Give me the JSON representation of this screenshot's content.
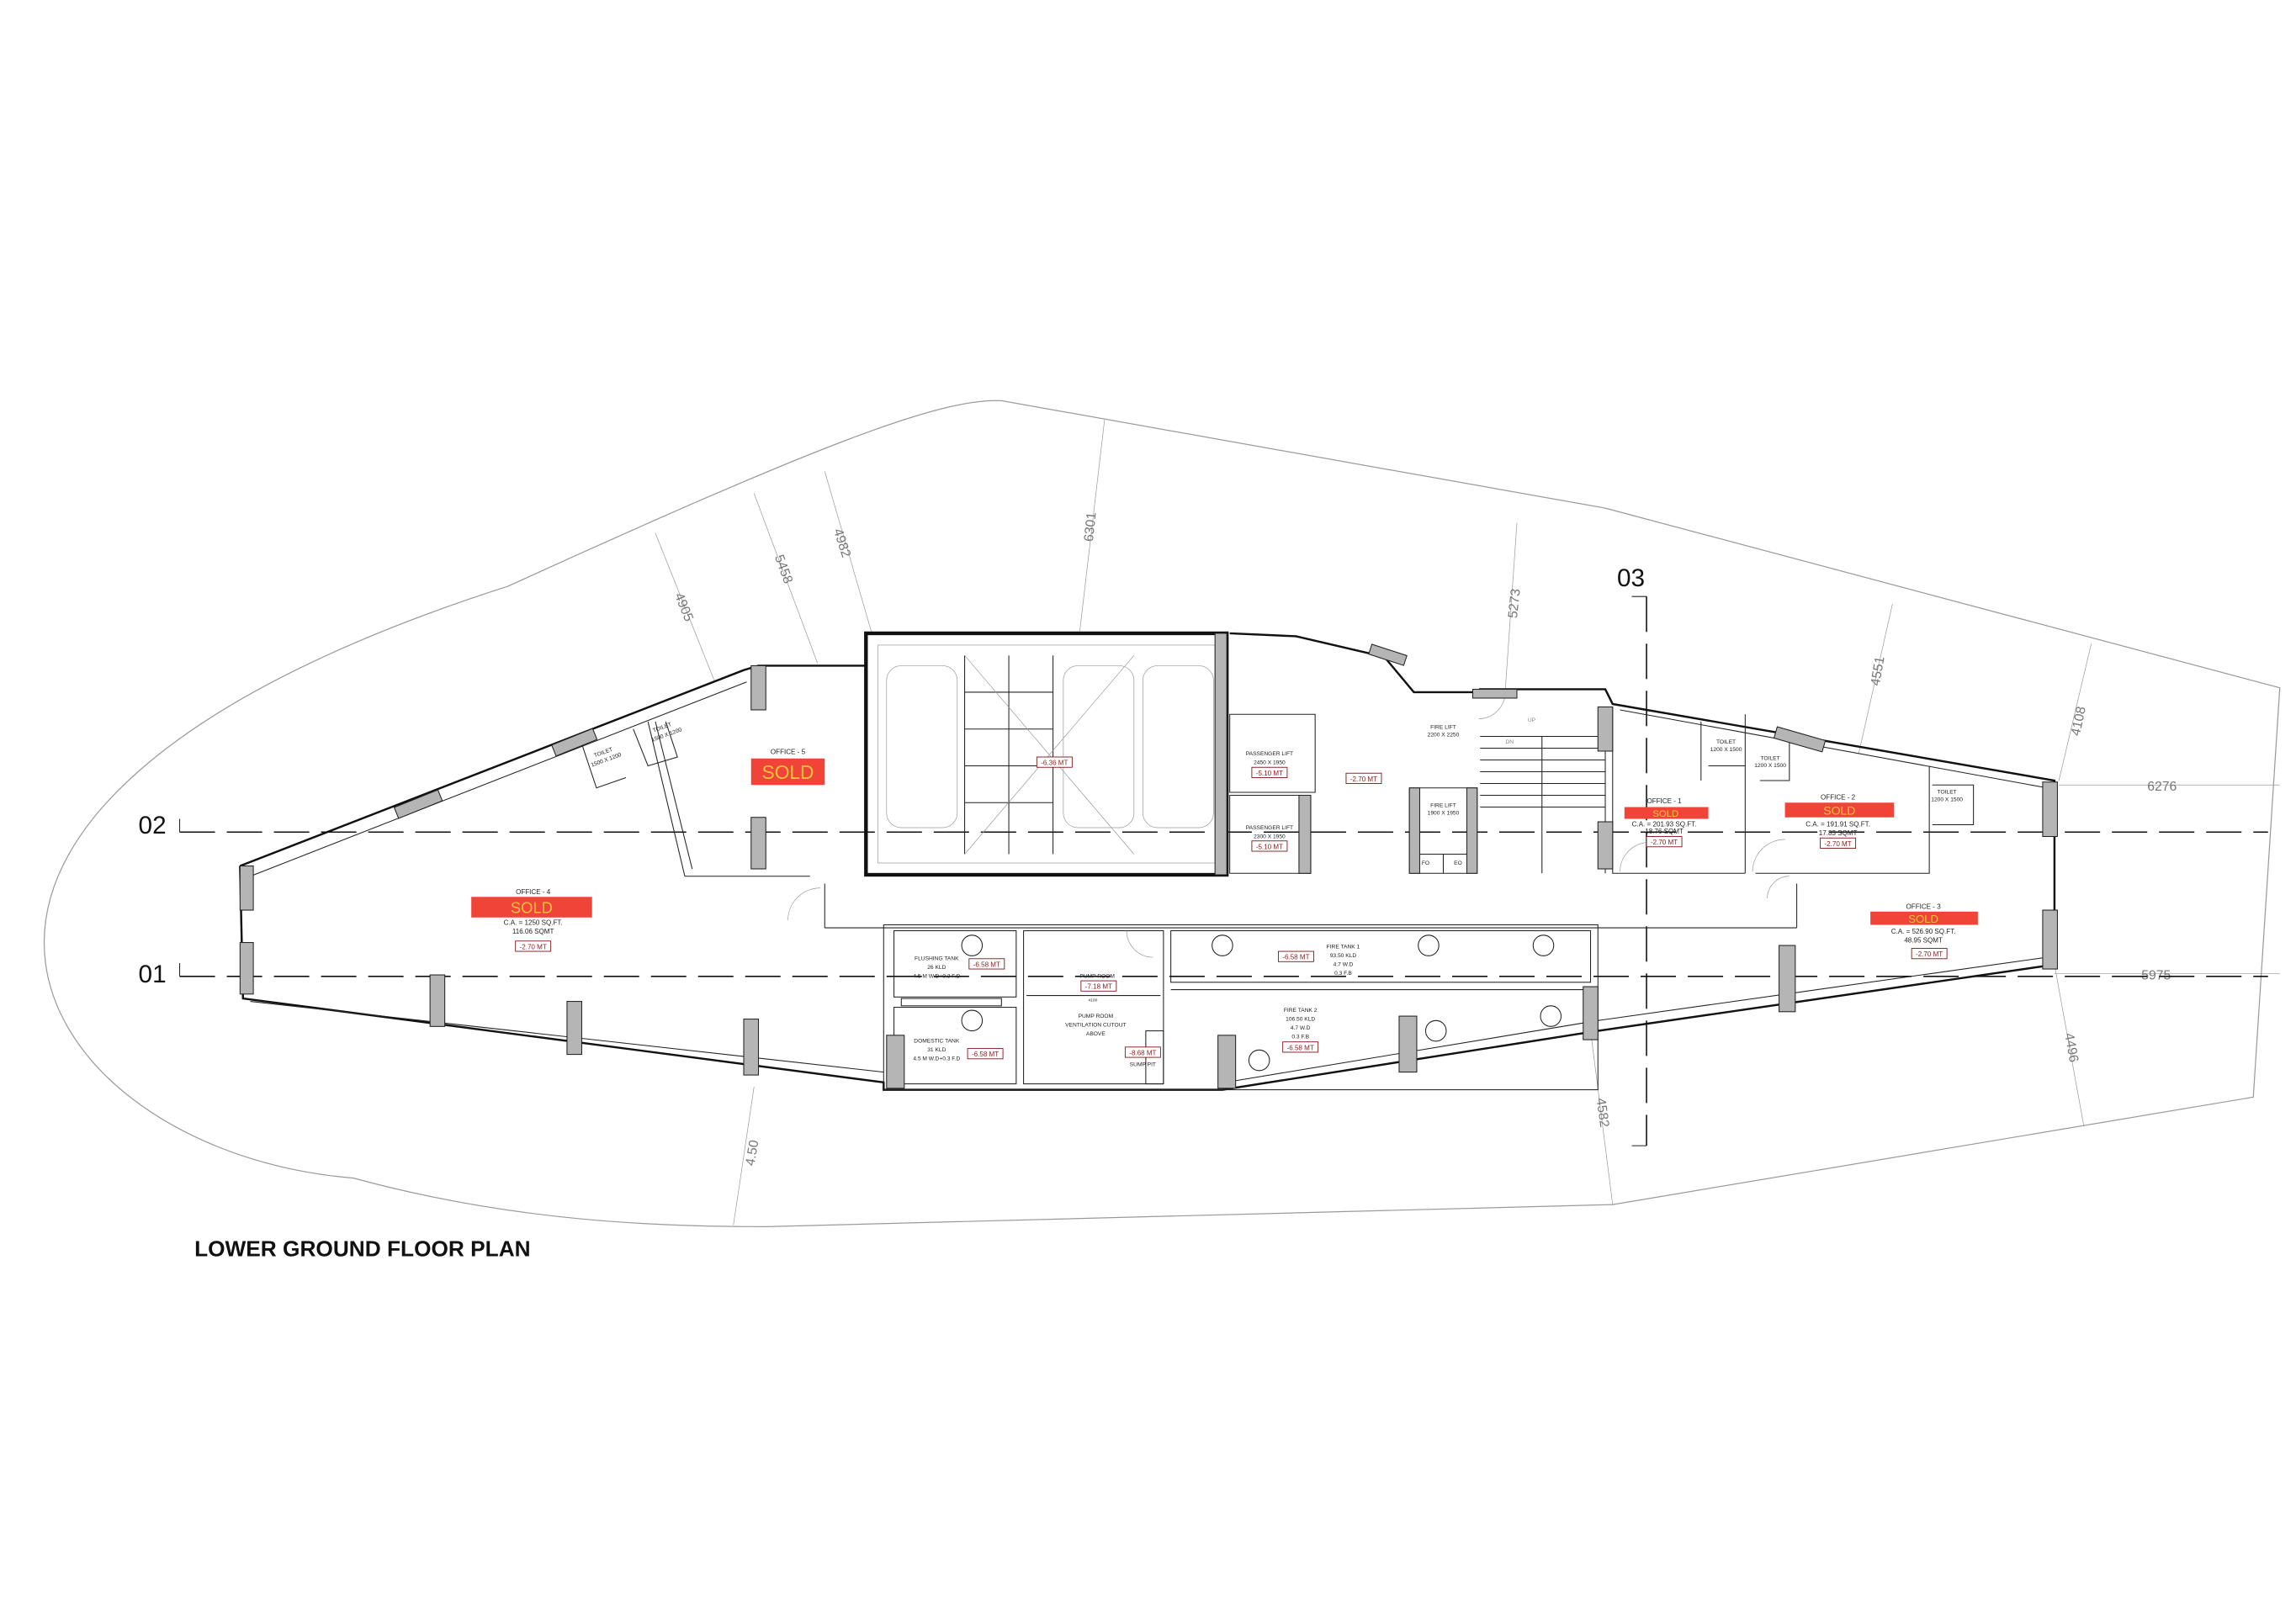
{
  "title": "LOWER GROUND FLOOR PLAN",
  "grid_labels": {
    "g01": "01",
    "g02": "02",
    "g03": "03"
  },
  "colors": {
    "sold_bg": "#f04438",
    "sold_text": "#f7c33d",
    "level_tag": "#8b1a1a"
  },
  "rooms": {
    "office5": {
      "name": "OFFICE - 5",
      "status": "SOLD"
    },
    "office4": {
      "name": "OFFICE - 4",
      "status": "SOLD",
      "area_sqft": "C.A. = 1250 SQ.FT.",
      "area_sqm": "116.06 SQMT",
      "level": "-2.70 MT"
    },
    "office1": {
      "name": "OFFICE - 1",
      "status": "SOLD",
      "area_sqft": "C.A. = 201.93 SQ.FT.",
      "area_sqm": "18.76 SQMT",
      "level": "-2.70 MT"
    },
    "office2": {
      "name": "OFFICE - 2",
      "status": "SOLD",
      "area_sqft": "C.A. = 191.91 SQ.FT.",
      "area_sqm": "17.83 SQMT",
      "level": "-2.70 MT"
    },
    "office3": {
      "name": "OFFICE - 3",
      "status": "SOLD",
      "area_sqft": "C.A. = 526.90 SQ.FT.",
      "area_sqm": "48.95 SQMT",
      "level": "-2.70 MT"
    },
    "toilets": [
      {
        "name": "TOILET",
        "size": "1500 X 1200"
      },
      {
        "name": "TOILET",
        "size": "1500 X 1200"
      },
      {
        "name": "TOILET",
        "size": "1200 X 1500"
      },
      {
        "name": "TOILET",
        "size": "1200 X 1500"
      },
      {
        "name": "TOILET",
        "size": "1200 X 1500"
      }
    ],
    "ramp_level": "-6.36 MT",
    "lobby_level": "-2.70 MT",
    "passenger_lift1": {
      "name": "PASSENGER LIFT",
      "size": "2450 X 1950",
      "level": "-5.10 MT"
    },
    "passenger_lift2": {
      "name": "PASSENGER LIFT",
      "size": "2300 X 1950",
      "level": "-5.10 MT"
    },
    "fire_lift1": {
      "name": "FIRE LIFT",
      "size": "2200 X 2250"
    },
    "fire_lift2": {
      "name": "FIRE LIFT",
      "size": "1900 X 1950"
    },
    "fo": "FO",
    "eo": "EO",
    "stair_up": "UP",
    "stair_dn": "DN",
    "flushing_tank": {
      "name": "FLUSHING TANK",
      "capacity": "26 KLD",
      "depth": "4.5 M W.D+0.3 F.D",
      "level": "-6.58 MT"
    },
    "domestic_tank": {
      "name": "DOMESTIC TANK",
      "capacity": "31 KLD",
      "depth": "4.5 M W.D+0.3 F.D",
      "level": "-6.58 MT"
    },
    "pump_room": {
      "name": "PUMP ROOM",
      "level": "-7.18 MT",
      "dim": "4100",
      "note1": "PUMP ROOM",
      "note2": "VENTILATION CUTOUT",
      "note3": "ABOVE"
    },
    "sump_pit": {
      "name": "SUMP PIT",
      "level": "-8.68 MT"
    },
    "fire_tank1": {
      "name": "FIRE TANK 1",
      "capacity": "93.50 KLD",
      "wd": "4.7 W.D",
      "fb": "0.3 F.B",
      "level": "-6.58 MT"
    },
    "fire_tank2": {
      "name": "FIRE TANK 2",
      "capacity": "106.50 KLD",
      "wd": "4.7 W.D",
      "fb": "0.3 F.B",
      "level": "-6.58 MT"
    }
  },
  "dimensions": {
    "d4905": "4905",
    "d5458": "5458",
    "d4982": "4982",
    "d6301": "6301",
    "d5273": "5273",
    "d4551": "4551",
    "d4108": "4108",
    "d6276": "6276",
    "d5975": "5975",
    "d4496": "4496",
    "d4582": "4582",
    "d450": "4.50"
  }
}
